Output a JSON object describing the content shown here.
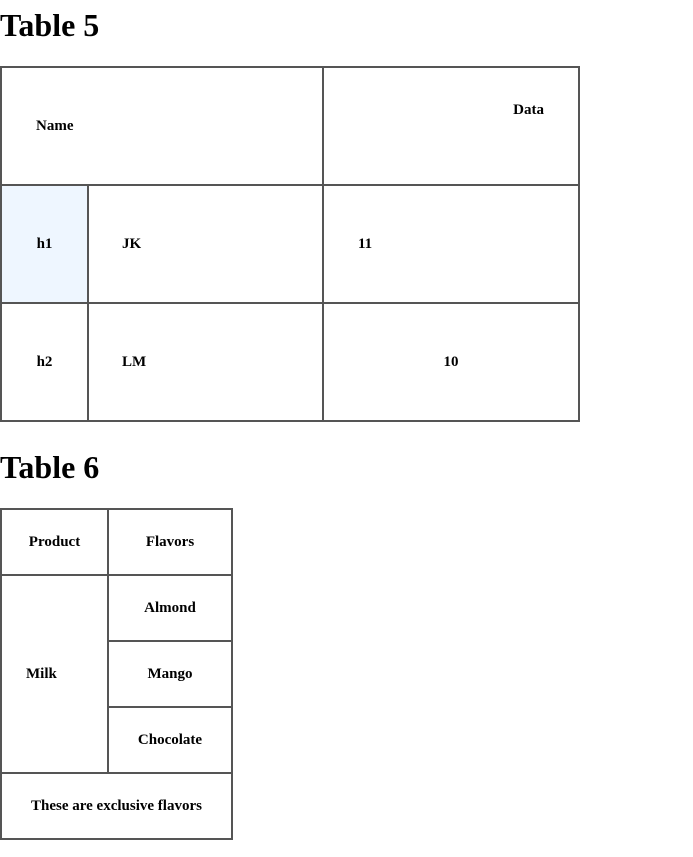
{
  "table5": {
    "title": "Table 5",
    "header": {
      "name": "Name",
      "data": "Data"
    },
    "rows": [
      {
        "header": "h1",
        "label": "JK",
        "value": "11"
      },
      {
        "header": "h2",
        "label": "LM",
        "value": "10"
      }
    ],
    "highlight_color": "#eef6ff"
  },
  "table6": {
    "title": "Table 6",
    "header": {
      "product": "Product",
      "flavors": "Flavors"
    },
    "product": "Milk",
    "flavors": [
      "Almond",
      "Mango",
      "Chocolate"
    ],
    "footer": "These are exclusive flavors"
  }
}
